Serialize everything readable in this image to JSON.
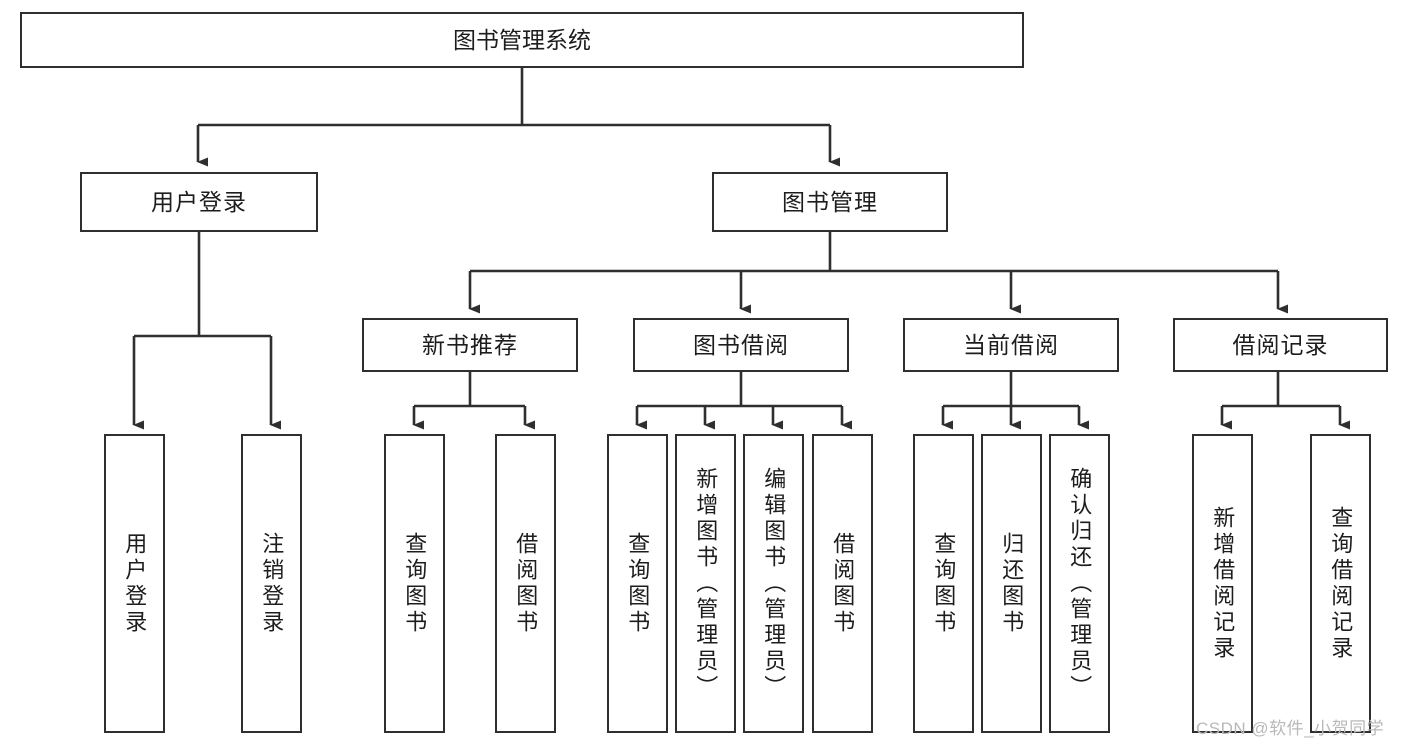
{
  "diagram": {
    "type": "hierarchy-tree",
    "title": "图书管理系统",
    "watermark": "CSDN @软件_小贺同学",
    "colors": {
      "box_border": "#2f2f2f",
      "box_fill": "#ffffff",
      "connector": "#2f2f2f",
      "text": "#1d1d1d",
      "watermark": "#b9b9b9",
      "background": "#ffffff"
    },
    "root": {
      "id": "root",
      "label": "图书管理系统"
    },
    "level1": [
      {
        "id": "user-login",
        "label": "用户登录"
      },
      {
        "id": "book-management",
        "label": "图书管理"
      }
    ],
    "level2": [
      {
        "id": "new-book-recommend",
        "label": "新书推荐",
        "parent": "book-management"
      },
      {
        "id": "book-borrow",
        "label": "图书借阅",
        "parent": "book-management"
      },
      {
        "id": "current-borrow",
        "label": "当前借阅",
        "parent": "book-management"
      },
      {
        "id": "borrow-record",
        "label": "借阅记录",
        "parent": "book-management"
      }
    ],
    "leaves": {
      "user-login": [
        {
          "id": "leaf-user-login",
          "label": "用户登录"
        },
        {
          "id": "leaf-logout",
          "label": "注销登录"
        }
      ],
      "new-book-recommend": [
        {
          "id": "leaf-query-book-1",
          "label": "查询图书"
        },
        {
          "id": "leaf-borrow-book-1",
          "label": "借阅图书"
        }
      ],
      "book-borrow": [
        {
          "id": "leaf-query-book-2",
          "label": "查询图书"
        },
        {
          "id": "leaf-add-book",
          "label": "新增图书（管理员）"
        },
        {
          "id": "leaf-edit-book",
          "label": "编辑图书（管理员）"
        },
        {
          "id": "leaf-borrow-book-2",
          "label": "借阅图书"
        }
      ],
      "current-borrow": [
        {
          "id": "leaf-query-book-3",
          "label": "查询图书"
        },
        {
          "id": "leaf-return-book",
          "label": "归还图书"
        },
        {
          "id": "leaf-confirm-return",
          "label": "确认归还（管理员）"
        }
      ],
      "borrow-record": [
        {
          "id": "leaf-add-record",
          "label": "新增借阅记录"
        },
        {
          "id": "leaf-query-record",
          "label": "查询借阅记录"
        }
      ]
    }
  }
}
